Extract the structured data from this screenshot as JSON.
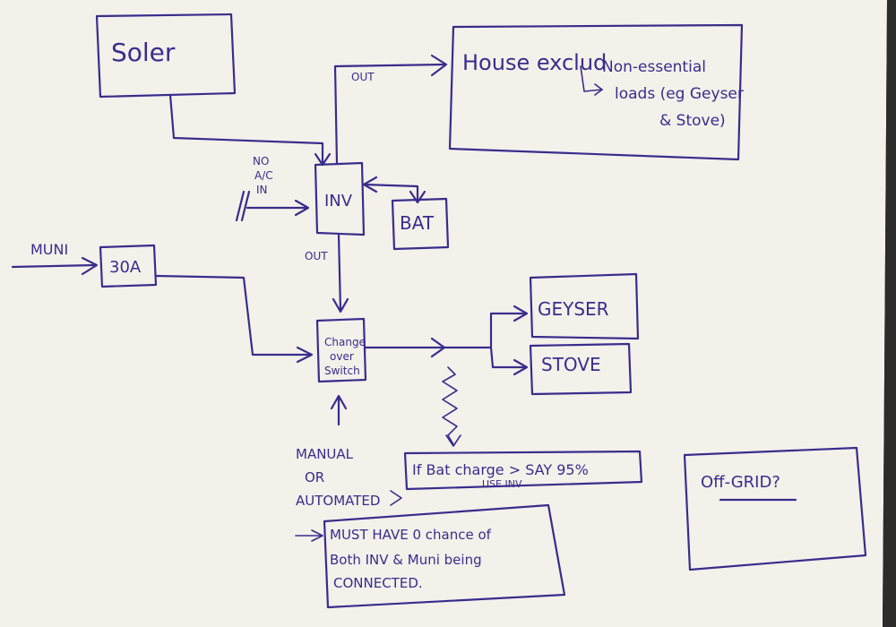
{
  "colors": {
    "ink": "#3a2c8c",
    "paper": "#f3f1ea",
    "table": "#3a3a38"
  },
  "boxes": {
    "solar": "Soler",
    "house": "House exclud",
    "house_note": [
      "Non-essential",
      "loads (eg Geyser",
      "& Stove)"
    ],
    "inv": "INV",
    "bat": "BAT",
    "breaker": "30A",
    "changeover": [
      "Change",
      "over",
      "Switch"
    ],
    "geyser": "GEYSER",
    "stove": "STOVE",
    "offgrid": "Off-GRID?"
  },
  "labels": {
    "out_top": "OUT",
    "out_mid": "OUT",
    "no_ac_in": [
      "NO",
      "A/C",
      "IN"
    ],
    "muni": "MUNI",
    "manual": [
      "MANUAL",
      "OR",
      "AUTOMATED"
    ],
    "bat_condition": "If Bat charge > SAY 95%",
    "use_inv": "USE INV",
    "must_have": [
      "MUST HAVE 0 chance of",
      "Both INV & Muni being",
      "CONNECTED."
    ]
  }
}
